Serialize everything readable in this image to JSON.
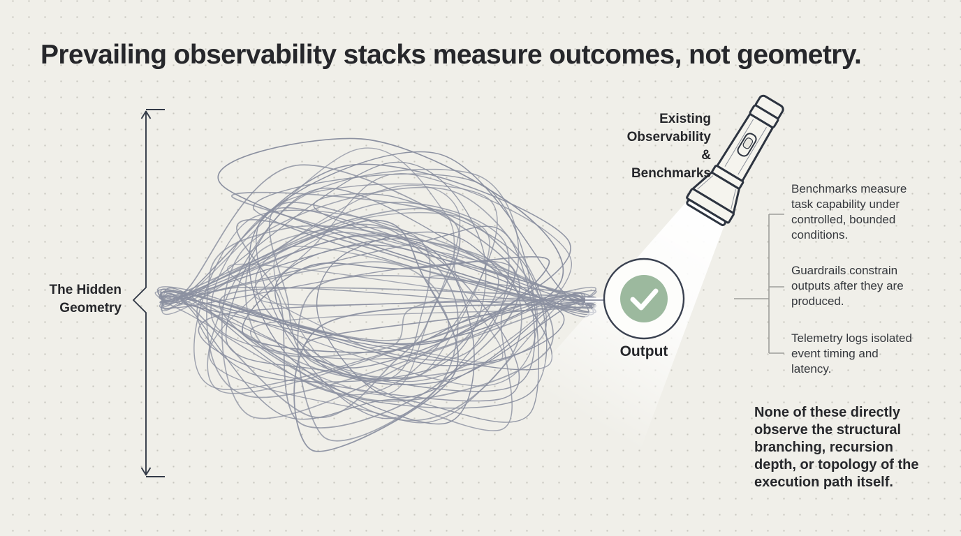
{
  "title": "Prevailing observability stacks measure outcomes, not geometry.",
  "diagram": {
    "hidden_geometry_label": "The Hidden Geometry",
    "flashlight_label": "Existing Observability & Benchmarks",
    "output_label": "Output",
    "observations": [
      "Benchmarks measure task capability under controlled, bounded conditions.",
      "Guardrails constrain outputs after they are produced.",
      "Telemetry logs isolated event timing and latency."
    ],
    "conclusion": "None of these directly observe the structural branching, recursion depth, or topology of the execution path itself."
  },
  "icons": {
    "check": "check-icon",
    "flashlight": "flashlight-icon"
  },
  "colors": {
    "background": "#f0efe9",
    "dot_grid": "#c8c7bf",
    "ink": "#26272b",
    "tangle_line": "#8b90a0",
    "dark_outline": "#2d3440",
    "accent_green": "#9cb99e",
    "bracket_gray": "#9e9e9a",
    "beam_white": "#ffffff"
  }
}
